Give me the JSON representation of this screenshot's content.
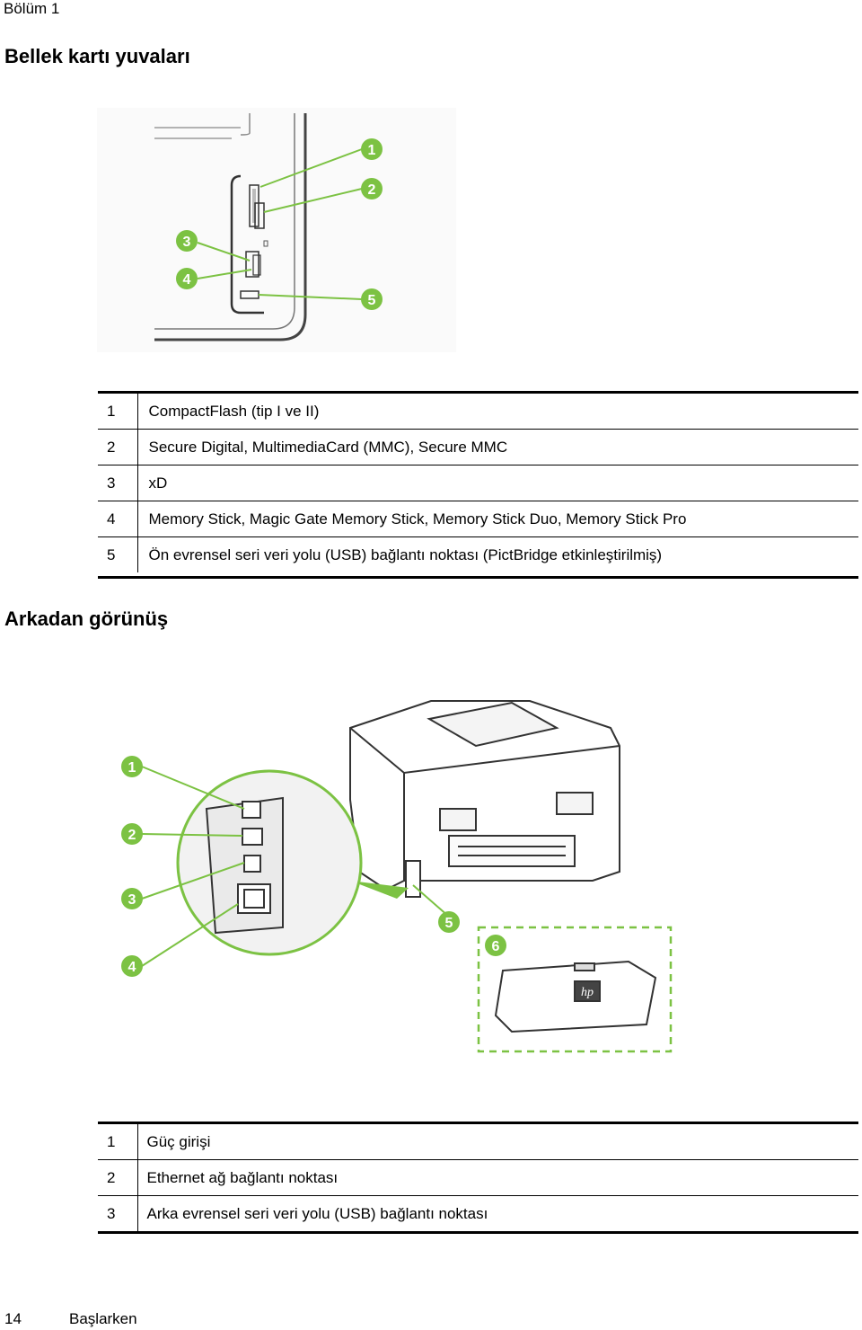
{
  "header": {
    "chapter": "Bölüm 1"
  },
  "section1": {
    "title": "Bellek kartı yuvaları",
    "callouts": [
      "1",
      "2",
      "3",
      "4",
      "5"
    ],
    "items": [
      {
        "num": "1",
        "text": "CompactFlash (tip I ve II)"
      },
      {
        "num": "2",
        "text": "Secure Digital, MultimediaCard (MMC), Secure MMC"
      },
      {
        "num": "3",
        "text": "xD"
      },
      {
        "num": "4",
        "text": "Memory Stick, Magic Gate Memory Stick, Memory Stick Duo, Memory Stick Pro"
      },
      {
        "num": "5",
        "text": "Ön evrensel seri veri yolu (USB) bağlantı noktası (PictBridge etkinleştirilmiş)"
      }
    ]
  },
  "section2": {
    "title": "Arkadan görünüş",
    "callouts": [
      "1",
      "2",
      "3",
      "4",
      "5",
      "6"
    ],
    "items": [
      {
        "num": "1",
        "text": "Güç girişi"
      },
      {
        "num": "2",
        "text": "Ethernet ağ bağlantı noktası"
      },
      {
        "num": "3",
        "text": "Arka evrensel seri veri yolu (USB) bağlantı noktası"
      }
    ]
  },
  "footer": {
    "page": "14",
    "section": "Başlarken"
  },
  "colors": {
    "callout": "#7cc243",
    "callout_text": "#ffffff",
    "rule": "#000000"
  }
}
